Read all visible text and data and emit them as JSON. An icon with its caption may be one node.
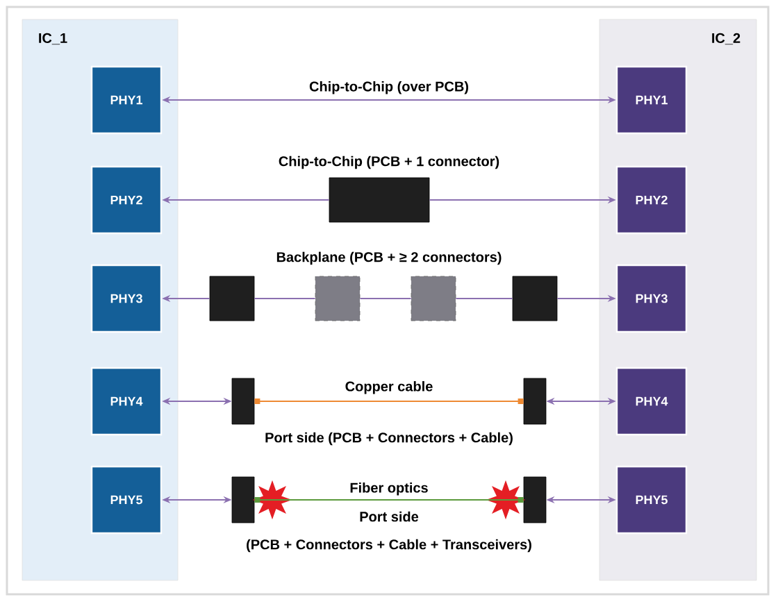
{
  "diagram": {
    "nodes": [
      {
        "text": [
          "IC_1"
        ]
      },
      {
        "text": [
          "PHY1"
        ],
        "in": 0
      },
      {
        "text": [
          "PHY2"
        ],
        "in": 0
      },
      {
        "text": [
          "PHY3"
        ],
        "in": 0
      },
      {
        "text": [
          "PHY4"
        ],
        "in": 0
      },
      {
        "text": [
          "PHY5"
        ],
        "in": 0
      },
      {
        "text": [
          "IC_2"
        ]
      },
      {
        "text": [
          "PHY1"
        ],
        "in": 6
      },
      {
        "text": [
          "PHY2"
        ],
        "in": 6
      },
      {
        "text": [
          "PHY3"
        ],
        "in": 6
      },
      {
        "text": [
          "PHY4"
        ],
        "in": 6
      },
      {
        "text": [
          "PHY5"
        ],
        "in": 6
      },
      {
        "text": [],
        "shape": "box"
      },
      {
        "text": [],
        "shape": "box"
      },
      {
        "text": [],
        "shape": "box"
      },
      {
        "text": [],
        "shape": "box"
      },
      {
        "text": [],
        "shape": "box"
      },
      {
        "text": [],
        "shape": "box"
      },
      {
        "text": [],
        "shape": "box"
      },
      {
        "text": [],
        "shape": "box"
      },
      {
        "text": [],
        "shape": "box"
      }
    ],
    "edges": [
      {
        "from": 1,
        "to": 7,
        "arrow": "both",
        "label": "Chip-to-Chip (over PCB)"
      },
      {
        "from": 12,
        "to": 2,
        "arrow": "to"
      },
      {
        "from": 12,
        "to": 8,
        "arrow": "to"
      },
      {
        "from": 13,
        "to": 3,
        "arrow": "to"
      },
      {
        "from": 13,
        "to": 14,
        "arrow": "none"
      },
      {
        "from": 14,
        "to": 15,
        "arrow": "none"
      },
      {
        "from": 15,
        "to": 16,
        "arrow": "none"
      },
      {
        "from": 16,
        "to": 9,
        "arrow": "to"
      },
      {
        "from": 17,
        "to": 4,
        "arrow": "both"
      },
      {
        "from": 17,
        "to": 18,
        "arrow": "other",
        "color": "#ee8a33",
        "label": "Copper cable"
      },
      {
        "from": 18,
        "to": 10,
        "arrow": "both"
      },
      {
        "from": 19,
        "to": 5,
        "arrow": "both"
      },
      {
        "from": 19,
        "to": 20,
        "arrow": "other",
        "color": "#5c9a3c",
        "label": "Fiber optics"
      },
      {
        "from": 20,
        "to": 11,
        "arrow": "both"
      }
    ],
    "labels": [
      "Chip-to-Chip (PCB + 1 connector)",
      "Backplane (PCB + ≥ 2 connectors)",
      "Port side (PCB + Connectors + Cable)",
      "Port side",
      "(PCB + Connectors + Cable + Transceivers)"
    ]
  }
}
